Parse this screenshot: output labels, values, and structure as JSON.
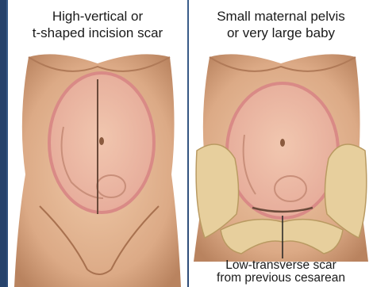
{
  "panels": {
    "left": {
      "caption_line1": "High-vertical or",
      "caption_line2": "t-shaped incision scar"
    },
    "right": {
      "caption_line1": "Small maternal pelvis",
      "caption_line2": "or very large baby",
      "bottom_line1": "Low-transverse scar",
      "bottom_line2": "from previous cesarean"
    }
  },
  "colors": {
    "slide_background": "#3a5d8a",
    "skin": "#e1b08f",
    "uterus_outline": "#e59a9a",
    "scar_line": "#6b4a3a",
    "pelvis_bone": "#e7cf9d"
  }
}
